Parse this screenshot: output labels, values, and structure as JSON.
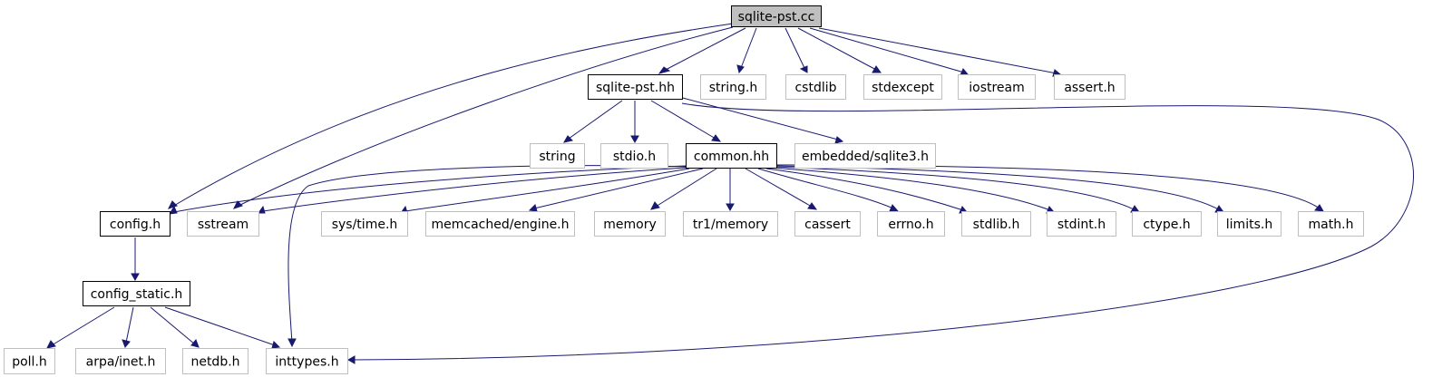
{
  "colors": {
    "edge": "#191970",
    "root_fill": "#bfbfbf",
    "documented_border": "#000000",
    "undocumented_border": "#bfbfbf",
    "text": "#000000"
  },
  "nodes": {
    "root": {
      "label": "sqlite-pst.cc",
      "kind": "root"
    },
    "sqlite_pst_hh": {
      "label": "sqlite-pst.hh",
      "kind": "documented"
    },
    "string_h": {
      "label": "string.h",
      "kind": "external"
    },
    "cstdlib": {
      "label": "cstdlib",
      "kind": "external"
    },
    "stdexcept": {
      "label": "stdexcept",
      "kind": "external"
    },
    "iostream": {
      "label": "iostream",
      "kind": "external"
    },
    "assert_h": {
      "label": "assert.h",
      "kind": "external"
    },
    "string": {
      "label": "string",
      "kind": "external"
    },
    "stdio_h": {
      "label": "stdio.h",
      "kind": "external"
    },
    "common_hh": {
      "label": "common.hh",
      "kind": "documented"
    },
    "embedded_sqlite3_h": {
      "label": "embedded/sqlite3.h",
      "kind": "external"
    },
    "config_h": {
      "label": "config.h",
      "kind": "documented"
    },
    "sstream": {
      "label": "sstream",
      "kind": "external"
    },
    "sys_time_h": {
      "label": "sys/time.h",
      "kind": "external"
    },
    "memcached_engine_h": {
      "label": "memcached/engine.h",
      "kind": "external"
    },
    "memory": {
      "label": "memory",
      "kind": "external"
    },
    "tr1_memory": {
      "label": "tr1/memory",
      "kind": "external"
    },
    "cassert": {
      "label": "cassert",
      "kind": "external"
    },
    "errno_h": {
      "label": "errno.h",
      "kind": "external"
    },
    "stdlib_h": {
      "label": "stdlib.h",
      "kind": "external"
    },
    "stdint_h": {
      "label": "stdint.h",
      "kind": "external"
    },
    "ctype_h": {
      "label": "ctype.h",
      "kind": "external"
    },
    "limits_h": {
      "label": "limits.h",
      "kind": "external"
    },
    "math_h": {
      "label": "math.h",
      "kind": "external"
    },
    "config_static_h": {
      "label": "config_static.h",
      "kind": "documented"
    },
    "poll_h": {
      "label": "poll.h",
      "kind": "external"
    },
    "arpa_inet_h": {
      "label": "arpa/inet.h",
      "kind": "external"
    },
    "netdb_h": {
      "label": "netdb.h",
      "kind": "external"
    },
    "inttypes_h": {
      "label": "inttypes.h",
      "kind": "external"
    }
  },
  "edges": [
    {
      "from": "root",
      "to": "sqlite_pst_hh"
    },
    {
      "from": "root",
      "to": "string_h"
    },
    {
      "from": "root",
      "to": "cstdlib"
    },
    {
      "from": "root",
      "to": "stdexcept"
    },
    {
      "from": "root",
      "to": "iostream"
    },
    {
      "from": "root",
      "to": "assert_h"
    },
    {
      "from": "root",
      "to": "config_h"
    },
    {
      "from": "root",
      "to": "sstream"
    },
    {
      "from": "sqlite_pst_hh",
      "to": "string"
    },
    {
      "from": "sqlite_pst_hh",
      "to": "stdio_h"
    },
    {
      "from": "sqlite_pst_hh",
      "to": "common_hh"
    },
    {
      "from": "sqlite_pst_hh",
      "to": "embedded_sqlite3_h"
    },
    {
      "from": "sqlite_pst_hh",
      "to": "inttypes_h"
    },
    {
      "from": "common_hh",
      "to": "config_h"
    },
    {
      "from": "common_hh",
      "to": "sstream"
    },
    {
      "from": "common_hh",
      "to": "sys_time_h"
    },
    {
      "from": "common_hh",
      "to": "memcached_engine_h"
    },
    {
      "from": "common_hh",
      "to": "memory"
    },
    {
      "from": "common_hh",
      "to": "tr1_memory"
    },
    {
      "from": "common_hh",
      "to": "cassert"
    },
    {
      "from": "common_hh",
      "to": "errno_h"
    },
    {
      "from": "common_hh",
      "to": "stdlib_h"
    },
    {
      "from": "common_hh",
      "to": "stdint_h"
    },
    {
      "from": "common_hh",
      "to": "ctype_h"
    },
    {
      "from": "common_hh",
      "to": "limits_h"
    },
    {
      "from": "common_hh",
      "to": "math_h"
    },
    {
      "from": "common_hh",
      "to": "inttypes_h"
    },
    {
      "from": "config_h",
      "to": "config_static_h"
    },
    {
      "from": "config_static_h",
      "to": "poll_h"
    },
    {
      "from": "config_static_h",
      "to": "arpa_inet_h"
    },
    {
      "from": "config_static_h",
      "to": "netdb_h"
    },
    {
      "from": "config_static_h",
      "to": "inttypes_h"
    }
  ]
}
